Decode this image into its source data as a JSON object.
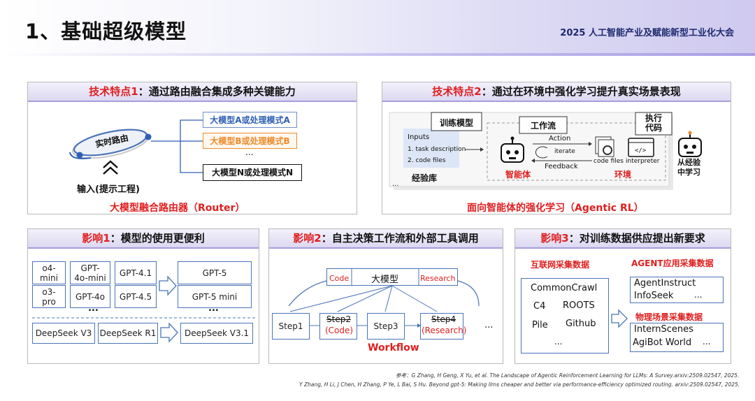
{
  "header": {
    "title": "1、基础超级模型",
    "conference": "2025 人工智能产业及赋能新型工业化大会"
  },
  "panel1": {
    "head_red": "技术特点1",
    "head_rest": "：通过路由融合集成多种关键能力",
    "router_label": "实时路由",
    "input_label": "输入(提示工程)",
    "options": [
      "大模型A或处理模式A",
      "大模型B或处理模式B",
      "...",
      "大模型N或处理模式N"
    ],
    "caption": "大模型融合路由器（Router）"
  },
  "panel2": {
    "head_red": "技术特点2",
    "head_rest": "：通过在环境中强化学习提升真实场景表现",
    "inputs_title": "Inputs",
    "inputs_items": [
      "1. task description",
      "2. code files"
    ],
    "train_model": "训练模型",
    "experience_lib": "经验库",
    "workflow": "工作流",
    "action": "Action",
    "iterate": "iterate",
    "feedback": "Feedback",
    "agent": "智能体",
    "code_files": "code files",
    "interpreter": "interpreter",
    "env": "环境",
    "exec_code": "执行\n代码",
    "learn_from_exp": "从经验\n中学习",
    "dots": "...",
    "caption": "面向智能体的强化学习（Agentic RL）"
  },
  "panel3": {
    "head_red": "影响1",
    "head_rest": "：模型的使用更便利",
    "models": {
      "o4_mini": "o4-\nmini",
      "gpt4o_mini": "GPT-\n4o-mini",
      "gpt41": "GPT-4.1",
      "o3_pro": "o3-\npro",
      "gpt4o": "GPT-4o",
      "gpt45": "GPT-4.5",
      "gpt5": "GPT-5",
      "gpt5_mini": "GPT-5 mini",
      "dots": "...",
      "ds_v3": "DeepSeek V3",
      "ds_r1": "DeepSeek R1",
      "ds_v31": "DeepSeek V3.1"
    }
  },
  "panel4": {
    "head_red": "影响2",
    "head_rest": "：自主决策工作流和外部工具调用",
    "llm": "大模型",
    "code": "Code",
    "research": "Research",
    "step1": "Step1",
    "step2": "Step2",
    "step2_sub": "(Code)",
    "step3": "Step3",
    "step4": "Step4",
    "step4_sub": "(Research)",
    "dots": "...",
    "caption": "Workflow"
  },
  "panel5": {
    "head_red": "影响3",
    "head_rest": "：对训练数据供应提出新要求",
    "internet_title": "互联网采集数据",
    "agent_title": "AGENT应用采集数据",
    "physical_title": "物理场景采集数据",
    "internet_items": [
      "CommonCrawl",
      "C4",
      "ROOTS",
      "Pile",
      "Github",
      "..."
    ],
    "agent_items": [
      "AgentInstruct",
      "InfoSeek",
      "..."
    ],
    "physical_items": [
      "InternScenes",
      "AgiBot World",
      "..."
    ]
  },
  "references": {
    "line1": "参考：G Zhang, H Geng, X Yu, et al. The Landscape of Agentic Reinforcement Learning for LLMs: A Survey.arxiv:2509.02547, 2025.",
    "line2": "Y Zhang, H Li, J Chen, H Zhang, P Ye, L Bai, S Hu. Beyond gpt-5: Making llms cheaper and better via performance-efficiency optimized routing. arxiv:2509.02547, 2025."
  },
  "colors": {
    "accent_red": "#e01f1f",
    "orange": "#ee8a2a",
    "blue": "#2e5fb3",
    "header_purple": "#a79edb"
  }
}
